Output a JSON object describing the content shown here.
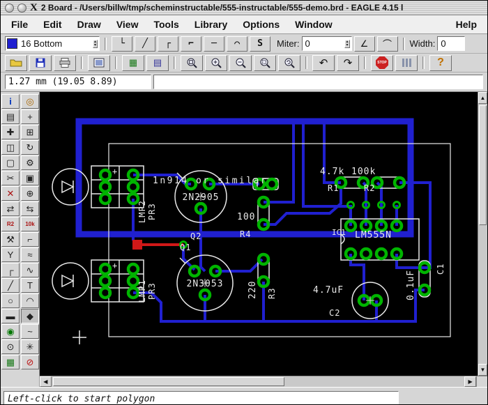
{
  "window": {
    "title": "2 Board - /Users/billw/tmp/scheminstructable/555-instructable/555-demo.brd - EAGLE 4.15 l",
    "logo": "X"
  },
  "menubar": {
    "items": [
      "File",
      "Edit",
      "Draw",
      "View",
      "Tools",
      "Library",
      "Options",
      "Window"
    ],
    "help": "Help"
  },
  "param_toolbar": {
    "layer": {
      "selected": "16 Bottom",
      "color": "#2020d0",
      "swatch_style": "background:#2020d0"
    },
    "bend_styles": [
      "└",
      "╱",
      "┌",
      "⌐",
      "─",
      "⌒",
      "S"
    ],
    "miter_label": "Miter:",
    "miter_value": "0",
    "miter_styles": [
      "∠",
      "⌒"
    ],
    "width_label": "Width:",
    "width_value": "0"
  },
  "action_toolbar": {
    "use_glyph": "▦",
    "layers_glyph": "▤",
    "undo_glyph": "↶",
    "redo_glyph": "↷",
    "stop_label": "STOP",
    "help_glyph": "?"
  },
  "ui": {
    "spin_up": "▴",
    "spin_down": "▾"
  },
  "coordbar": {
    "position": "1.27 mm (19.05 8.89)",
    "command": ""
  },
  "palette": {
    "items": [
      {
        "name": "info",
        "glyph": "i"
      },
      {
        "name": "show",
        "glyph": "◎"
      },
      {
        "name": "display",
        "glyph": "▤"
      },
      {
        "name": "mark",
        "glyph": "+"
      },
      {
        "name": "move",
        "glyph": "✚"
      },
      {
        "name": "copy",
        "glyph": "⊞"
      },
      {
        "name": "mirror",
        "glyph": "◫"
      },
      {
        "name": "rotate",
        "glyph": "↻"
      },
      {
        "name": "group",
        "glyph": "▢"
      },
      {
        "name": "change",
        "glyph": "⚙"
      },
      {
        "name": "cut",
        "glyph": "✂"
      },
      {
        "name": "paste",
        "glyph": "▣"
      },
      {
        "name": "delete",
        "glyph": "✕"
      },
      {
        "name": "add",
        "glyph": "⊕"
      },
      {
        "name": "pinswap",
        "glyph": "⇄"
      },
      {
        "name": "replace",
        "glyph": "⇆"
      },
      {
        "name": "name",
        "glyph": "R2"
      },
      {
        "name": "value",
        "glyph": "10k"
      },
      {
        "name": "smash",
        "glyph": "⚒"
      },
      {
        "name": "miter",
        "glyph": "⌐"
      },
      {
        "name": "split",
        "glyph": "Y"
      },
      {
        "name": "optimize",
        "glyph": "≈"
      },
      {
        "name": "route",
        "glyph": "┌"
      },
      {
        "name": "ripup",
        "glyph": "∿"
      },
      {
        "name": "wire",
        "glyph": "╱"
      },
      {
        "name": "text",
        "glyph": "T"
      },
      {
        "name": "circle",
        "glyph": "○"
      },
      {
        "name": "arc",
        "glyph": "◠"
      },
      {
        "name": "rect",
        "glyph": "▬"
      },
      {
        "name": "polygon",
        "glyph": "◆"
      },
      {
        "name": "via",
        "glyph": "◉"
      },
      {
        "name": "signal",
        "glyph": "~"
      },
      {
        "name": "hole",
        "glyph": "⊙"
      },
      {
        "name": "ratsnest",
        "glyph": "✳"
      },
      {
        "name": "auto",
        "glyph": "▦"
      },
      {
        "name": "drc",
        "glyph": "⊘"
      }
    ]
  },
  "board": {
    "labels": {
      "note": "1n914 or similar",
      "lmp2_name": "LMP2",
      "lmp2_value": "PR3",
      "lmp1_name": "LMP1",
      "lmp1_value": "PR3",
      "q2_value": "2N2905",
      "q2_name": "Q2",
      "q1_value": "2N3053",
      "q1_name": "Q1",
      "r1_value": "4.7k",
      "r1_name": "R1",
      "r2_value": "100k",
      "r2_name": "R2",
      "r4_value": "100",
      "r4_name": "R4",
      "r3_value": "220",
      "r3_name": "R3",
      "ic1_name": "IC1",
      "ic1_value": "LM555N",
      "c2_value": "4.7uF",
      "c2_name": "C2",
      "c1_value": "0.1uF",
      "c1_name": "C1",
      "plus_top": "+",
      "plus_bottom": "+"
    },
    "colors": {
      "trace_bottom": "#2020d0",
      "trace_top": "#d01818",
      "pad": "#00b400",
      "silk": "#e9e9e9"
    }
  },
  "scrollbars": {
    "up": "▲",
    "down": "▼",
    "left": "◀",
    "right": "▶"
  },
  "statusbar": {
    "message": "Left-click to start polygon"
  }
}
